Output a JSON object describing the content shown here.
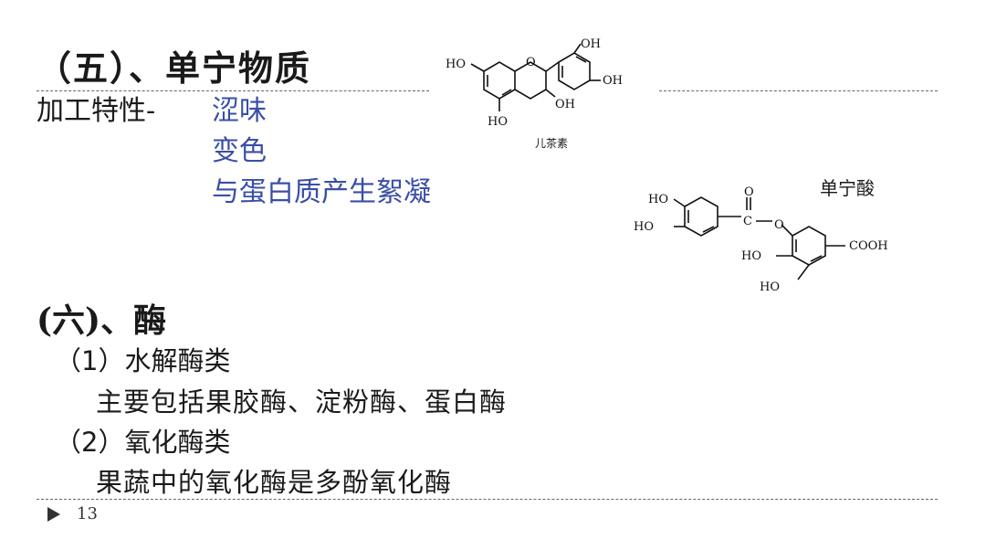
{
  "section5": {
    "title": "（五）、单宁物质",
    "property_label": "加工特性-",
    "properties": [
      "涩味",
      "变色",
      "与蛋白质产生絮凝"
    ]
  },
  "molecules": {
    "catechin": {
      "label": "儿茶素",
      "groups": [
        "HO",
        "OH",
        "OH",
        "OH",
        "HO"
      ],
      "ring_o": "O"
    },
    "tannic_acid": {
      "label": "单宁酸",
      "groups": [
        "HO",
        "HO",
        "O",
        "O",
        "HO",
        "COOH",
        "HO"
      ],
      "carbonyl_c": "C"
    }
  },
  "section6": {
    "title": "(六)、酶",
    "items": [
      "（1）水解酶类",
      "主要包括果胶酶、淀粉酶、蛋白酶",
      "（2）氧化酶类",
      "果蔬中的氧化酶是多酚氧化酶"
    ]
  },
  "footer": {
    "page_number": "13",
    "colors": {
      "accent": "#3a4ea8",
      "text": "#1a1a1a"
    }
  }
}
